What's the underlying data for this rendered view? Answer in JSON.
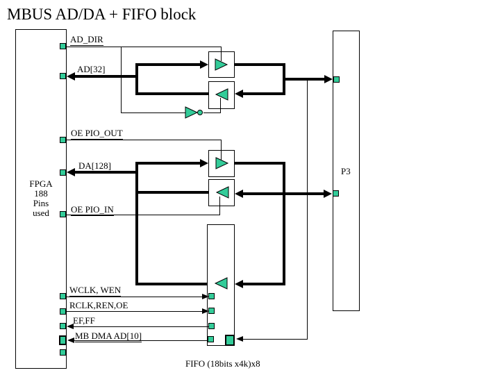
{
  "title": "MBUS AD/DA + FIFO block",
  "colors": {
    "pin_green": "#33CC99",
    "line_black": "#000000"
  },
  "blocks": {
    "fpga": {
      "lines": [
        "FPGA",
        "188",
        "Pins",
        "used"
      ]
    },
    "p3": {
      "label": "P3"
    },
    "fifo": {
      "label": "FIFO (18bits x4k)x8"
    }
  },
  "signals": {
    "ad_dir": "AD_DIR",
    "ad_bus": "AD[32]",
    "oe_pio_out": "OE PIO_OUT",
    "da_bus": "DA[128]",
    "oe_pio_in": "OE PIO_IN",
    "wclk": "WCLK, WEN",
    "rclk": "RCLK,REN,OE",
    "ef": "EF,FF",
    "mb_dma": "MB DMA AD[10]"
  }
}
